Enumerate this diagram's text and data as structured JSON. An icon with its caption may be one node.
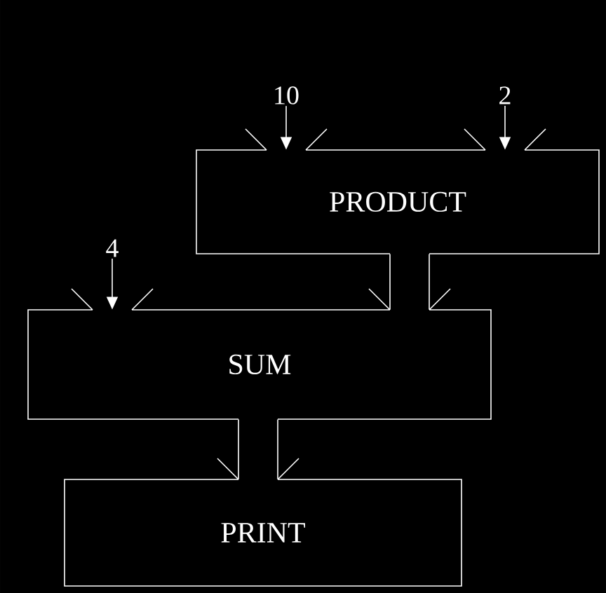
{
  "diagram": {
    "nodes": [
      {
        "text": [
          "10"
        ]
      },
      {
        "text": [
          "2"
        ]
      },
      {
        "text": [
          "PRODUCT"
        ]
      },
      {
        "text": [
          "4"
        ]
      },
      {
        "text": [
          "SUM"
        ]
      },
      {
        "text": [
          "PRINT"
        ]
      }
    ],
    "edges": [
      {
        "from": 0,
        "to": 2,
        "arrow": "to"
      },
      {
        "from": 1,
        "to": 2,
        "arrow": "to"
      },
      {
        "from": 3,
        "to": 4,
        "arrow": "to"
      },
      {
        "from": 2,
        "to": 4,
        "arrow": "none"
      },
      {
        "from": 4,
        "to": 5,
        "arrow": "none"
      }
    ]
  }
}
